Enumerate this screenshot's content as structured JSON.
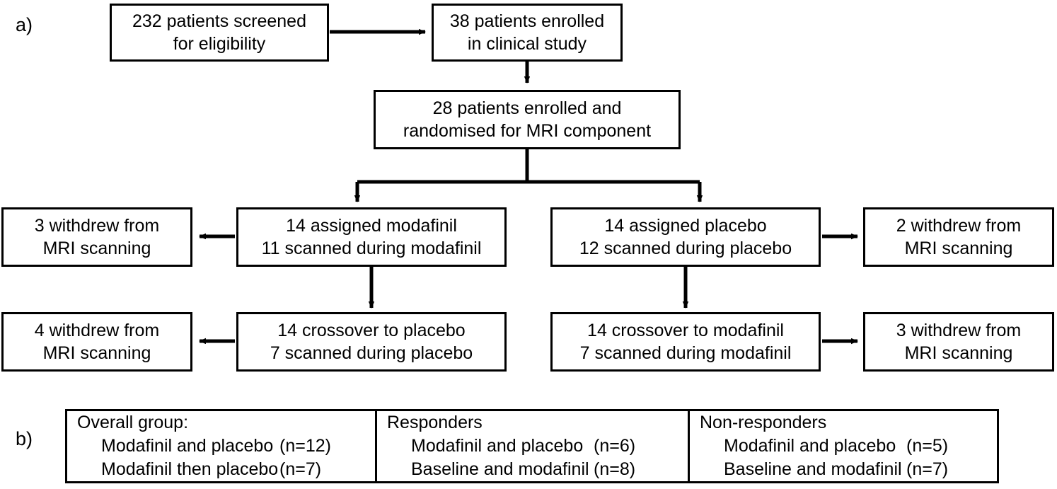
{
  "panels": {
    "a_label": "a)",
    "b_label": "b)"
  },
  "flow": {
    "nodes": [
      {
        "id": "screened",
        "lines": [
          "232 patients screened",
          "for eligibility"
        ]
      },
      {
        "id": "enrolled",
        "lines": [
          "38 patients enrolled",
          "in clinical study"
        ]
      },
      {
        "id": "randomised",
        "lines": [
          "28 patients enrolled and",
          "randomised for MRI component"
        ]
      },
      {
        "id": "withdrew-mod-1",
        "lines": [
          "3 withdrew from",
          "MRI scanning"
        ]
      },
      {
        "id": "assigned-mod",
        "lines": [
          "14 assigned modafinil",
          "11 scanned during modafinil"
        ]
      },
      {
        "id": "assigned-pla",
        "lines": [
          "14 assigned placebo",
          "12 scanned during placebo"
        ]
      },
      {
        "id": "withdrew-pla-1",
        "lines": [
          "2 withdrew from",
          "MRI scanning"
        ]
      },
      {
        "id": "withdrew-mod-2",
        "lines": [
          "4 withdrew from",
          "MRI scanning"
        ]
      },
      {
        "id": "crossover-pla",
        "lines": [
          "14 crossover to placebo",
          "7 scanned during placebo"
        ]
      },
      {
        "id": "crossover-mod",
        "lines": [
          "14 crossover to modafinil",
          "7 scanned during modafinil"
        ]
      },
      {
        "id": "withdrew-pla-2",
        "lines": [
          "3 withdrew from",
          "MRI scanning"
        ]
      }
    ]
  },
  "groups": [
    {
      "id": "overall",
      "title": "Overall group:",
      "rows": [
        {
          "label": "Modafinil and placebo",
          "n": "(n=12)"
        },
        {
          "label": "Modafinil then placebo",
          "n": "(n=7)"
        }
      ]
    },
    {
      "id": "responders",
      "title": "Responders",
      "rows": [
        {
          "label": "Modafinil and placebo",
          "n": "(n=6)"
        },
        {
          "label": "Baseline and modafinil",
          "n": "(n=8)"
        }
      ]
    },
    {
      "id": "non-responders",
      "title": "Non-responders",
      "rows": [
        {
          "label": "Modafinil and placebo",
          "n": "(n=5)"
        },
        {
          "label": "Baseline and modafinil",
          "n": "(n=7)"
        }
      ]
    }
  ],
  "style": {
    "stroke": "#000000",
    "background": "#ffffff"
  }
}
